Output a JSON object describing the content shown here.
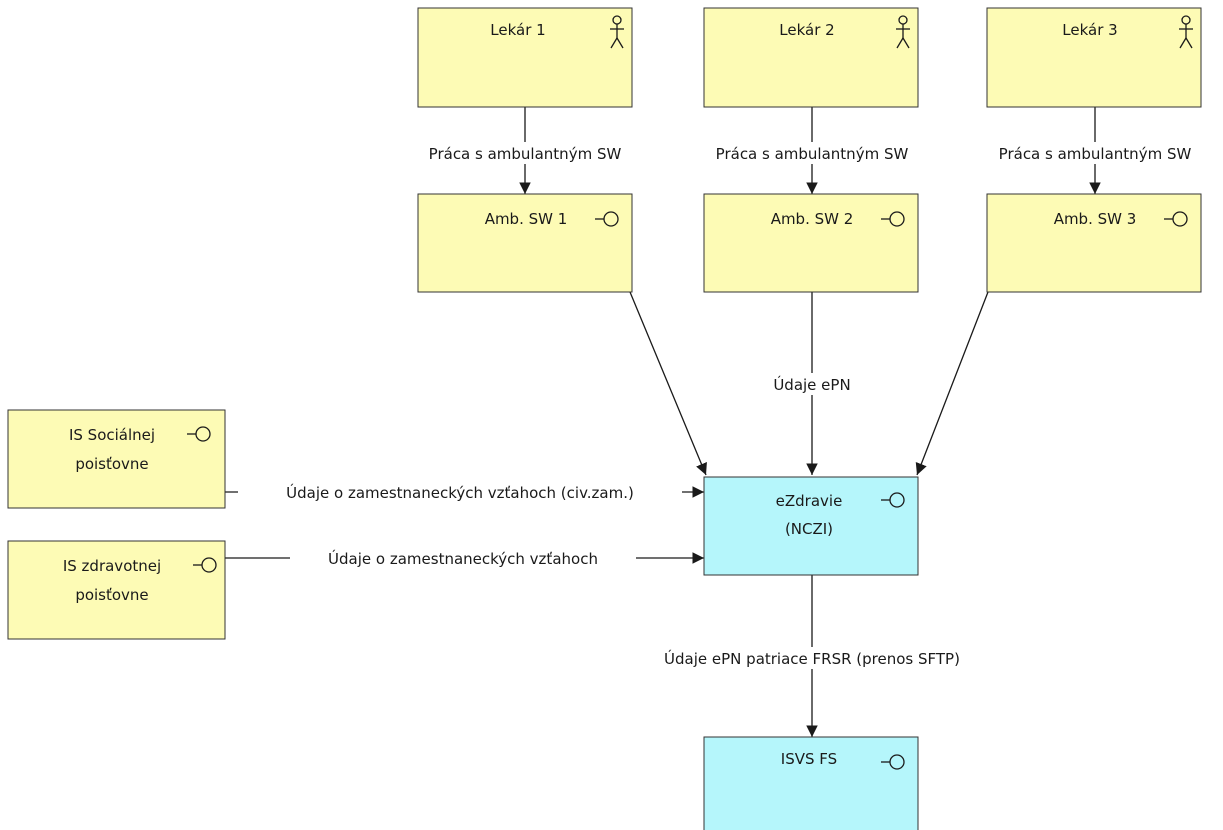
{
  "colors": {
    "actor_fill": "#fdfbb5",
    "system_fill": "#b5f6fb",
    "external_fill": "#fdfbb5",
    "stroke": "#333333",
    "line": "#1a1a1a"
  },
  "nodes": {
    "doctor_1": {
      "label": "Lekár 1",
      "icon": "actor-icon"
    },
    "doctor_2": {
      "label": "Lekár 2",
      "icon": "actor-icon"
    },
    "doctor_3": {
      "label": "Lekár 3",
      "icon": "actor-icon"
    },
    "amb_sw_1": {
      "label": "Amb. SW 1",
      "icon": "interface-icon"
    },
    "amb_sw_2": {
      "label": "Amb. SW 2",
      "icon": "interface-icon"
    },
    "amb_sw_3": {
      "label": "Amb. SW 3",
      "icon": "interface-icon"
    },
    "is_social": {
      "label_line1": "IS Sociálnej",
      "label_line2": "poisťovne",
      "icon": "interface-icon"
    },
    "is_health": {
      "label_line1": "IS zdravotnej",
      "label_line2": "poisťovne",
      "icon": "interface-icon"
    },
    "ezdravie": {
      "label_line1": "eZdravie",
      "label_line2": "(NCZI)",
      "icon": "interface-icon"
    },
    "isvs_fs": {
      "label": "ISVS FS",
      "icon": "interface-icon"
    }
  },
  "edges": {
    "work_1": "Práca s ambulantným SW",
    "work_2": "Práca s ambulantným SW",
    "work_3": "Práca s ambulantným SW",
    "epn_data": "Údaje ePN",
    "social_rel": "Údaje o zamestnaneckých vzťahoch (civ.zam.)",
    "health_rel": "Údaje o zamestnaneckých vzťahoch",
    "frsr": "Údaje ePN patriace FRSR (prenos SFTP)"
  }
}
